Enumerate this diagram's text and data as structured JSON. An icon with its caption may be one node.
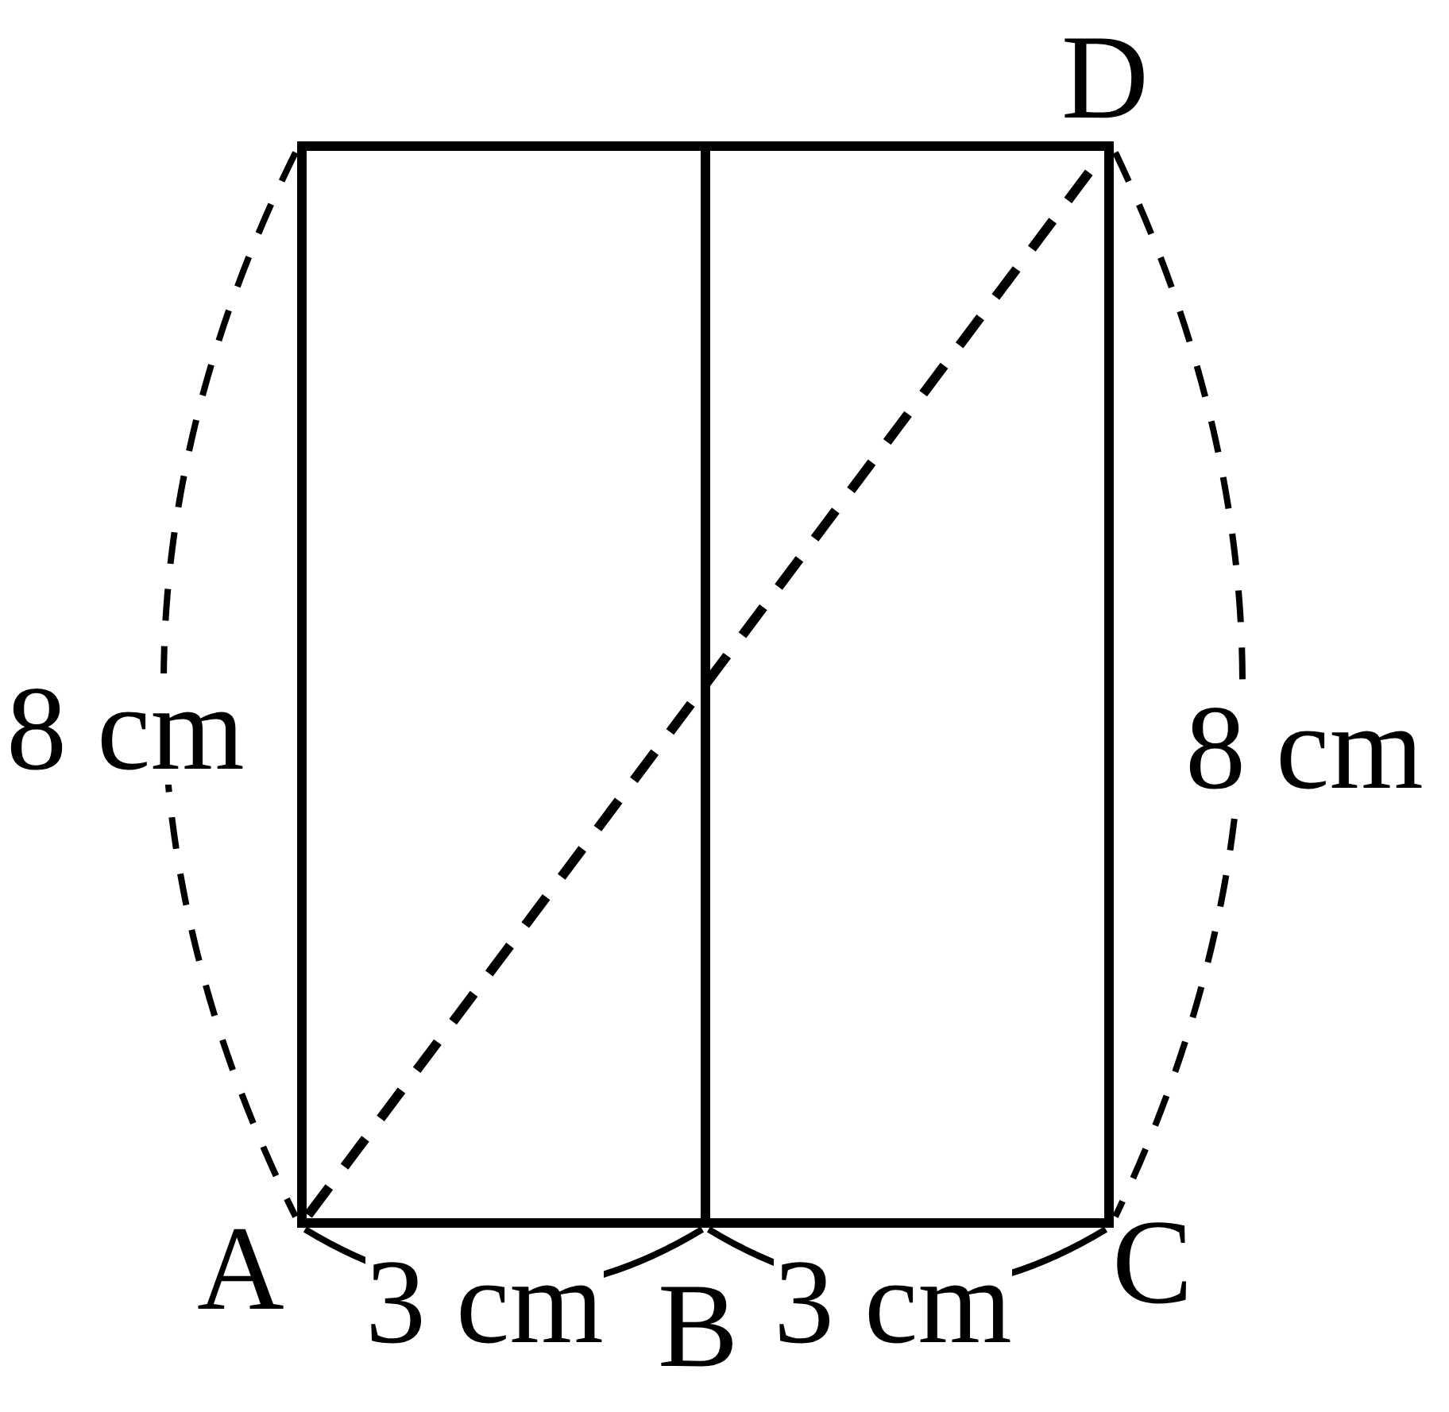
{
  "diagram": {
    "labels": [
      "D",
      "8 cm",
      "8 cm",
      "A",
      "3 cm",
      "B",
      "3 cm",
      "C"
    ]
  }
}
